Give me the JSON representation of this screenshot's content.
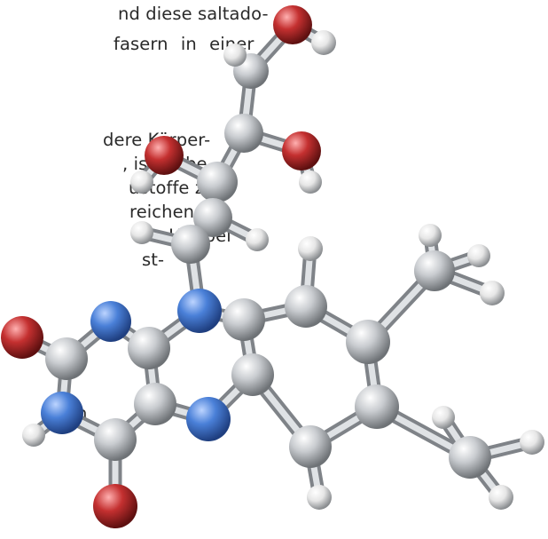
{
  "text_lines": [
    "nd diese saltado-",
    "fasern in einer",
    "dere Körper-",
    ", ist es be-",
    "ustoffe zur",
    "reichender",
    "en. Hierbei",
    "st-",
    "",
    "n"
  ],
  "image": {
    "subject": "riboflavin-molecule-model"
  },
  "colors": {
    "carbon": "#c9ccd0",
    "nitrogen": "#4a80d8",
    "oxygen": "#c43030",
    "hydrogen": "#e6e6e6",
    "bond": "#b8bcc2",
    "text": "#2a2a2a"
  }
}
